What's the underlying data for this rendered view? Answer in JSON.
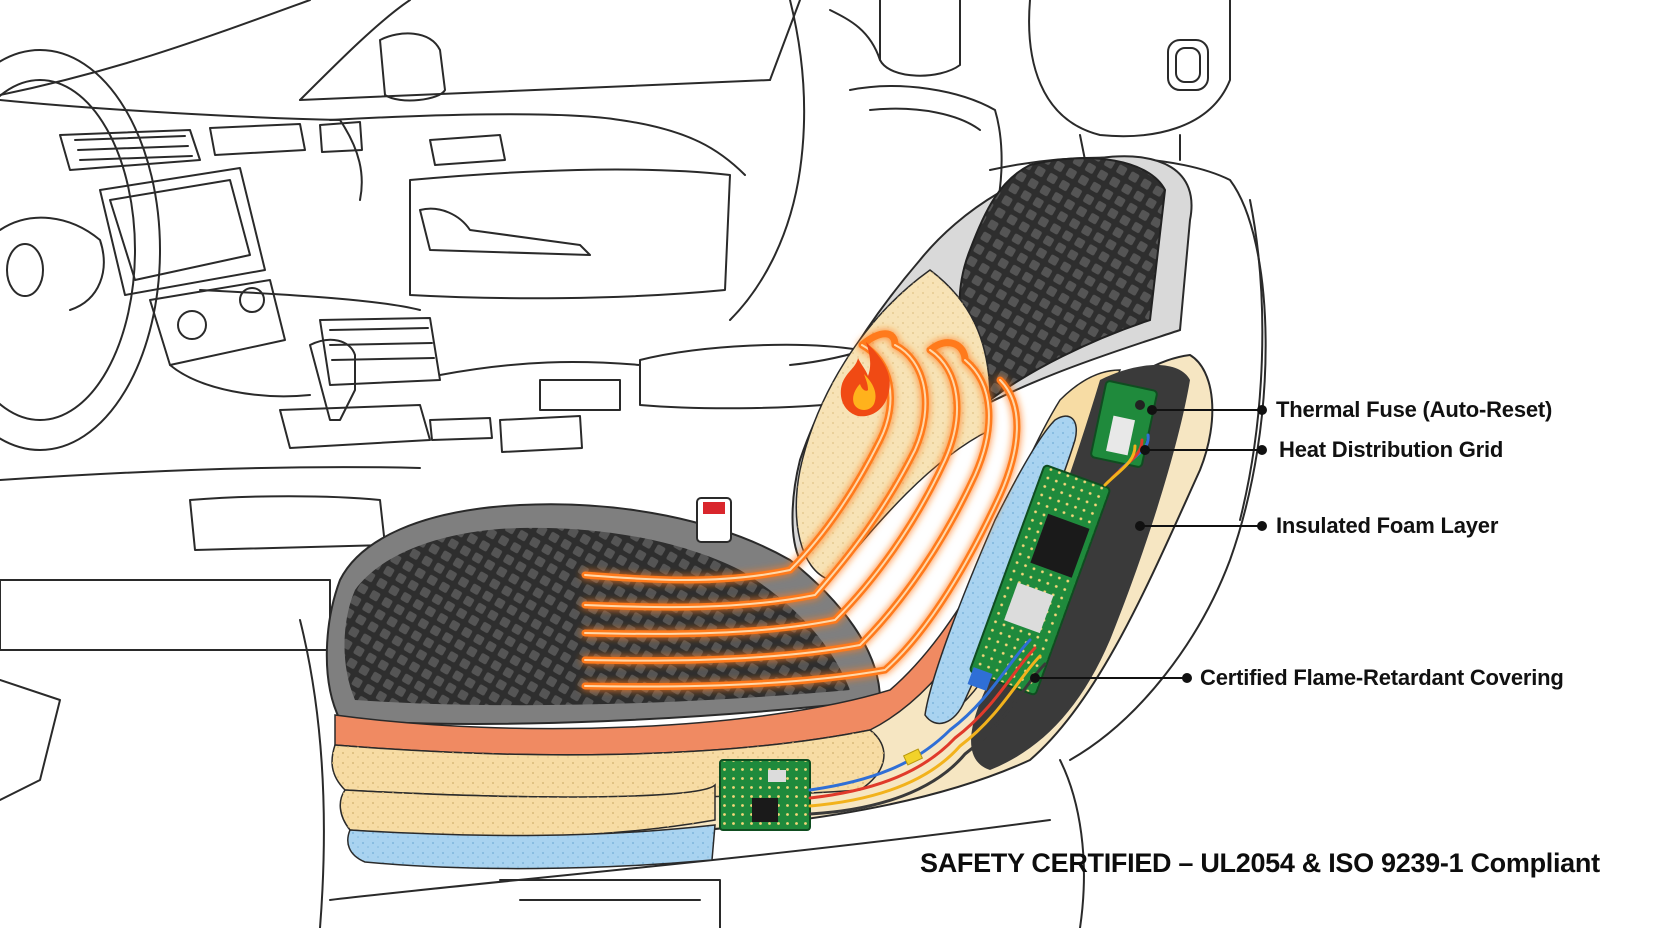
{
  "callouts": {
    "thermal_fuse": "Thermal Fuse (Auto-Reset)",
    "heat_grid": "Heat Distribution Grid",
    "foam_layer": "Insulated Foam Layer",
    "flame_covering": "Certified Flame-Retardant Covering"
  },
  "footer": "SAFETY CERTIFIED – UL2054 & ISO 9239-1 Compliant",
  "icons": [
    "flame-icon"
  ],
  "colors": {
    "outline": "#2a2a2a",
    "mesh": "#3a3a3a",
    "foam_cream": "#f6dfae",
    "foam_orange": "#f08a62",
    "foam_blue": "#a9d3f0",
    "pcb_green": "#1f8a3c",
    "heating_wire": "#ff7a1a",
    "buckle_red": "#d9262c"
  }
}
